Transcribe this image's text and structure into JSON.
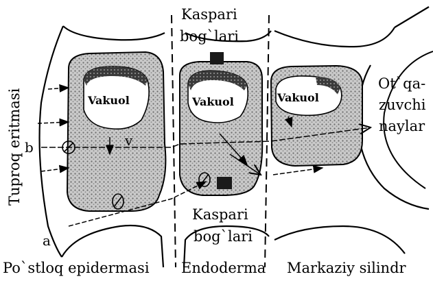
{
  "labels": {
    "side": "Tuproq eritmasi",
    "kaspari_top_1": "Kaspari",
    "kaspari_top_2": "bog`lari",
    "kaspari_bottom_1": "Kaspari",
    "kaspari_bottom_2": "bog`lari",
    "otqa_1": "Ot`qa-",
    "otqa_2": "zuvchi",
    "otqa_3": "naylar",
    "vakuol": "Vakuol",
    "pathway_a": "a",
    "pathway_b": "b",
    "pathway_v": "v"
  },
  "bottom_labels": {
    "epidermis": "Po`stloq epidermasi",
    "endoderma": "Endoderma",
    "silindr": "Markaziy silindr"
  },
  "colors": {
    "line": "#000000",
    "cytoplasm_fill": "#bdbdbd",
    "vacuole_fill": "#ffffff",
    "kaspari_band": "#1a1a1a"
  }
}
